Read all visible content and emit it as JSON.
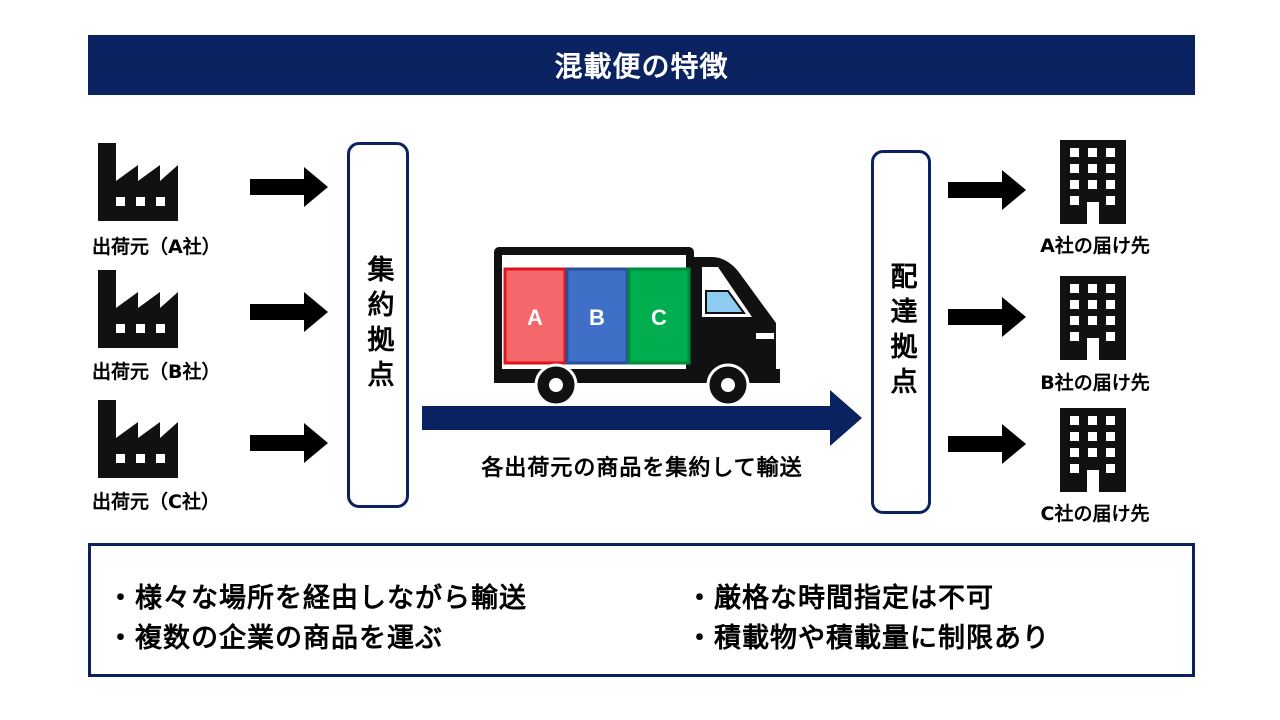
{
  "title": "混載便の特徴",
  "sources": [
    {
      "label": "出荷元（A社）"
    },
    {
      "label": "出荷元（B社）"
    },
    {
      "label": "出荷元（C社）"
    }
  ],
  "collection_hub": {
    "label": "集約拠点"
  },
  "delivery_hub": {
    "label": "配達拠点"
  },
  "truck": {
    "cargo": [
      {
        "label": "A",
        "color": "#f4676b",
        "border": "#e0141b"
      },
      {
        "label": "B",
        "color": "#3f6fc6",
        "border": "#2a4f9a"
      },
      {
        "label": "C",
        "color": "#00ad4f",
        "border": "#008a3c"
      }
    ]
  },
  "flow_caption": "各出荷元の商品を集約して輸送",
  "destinations": [
    {
      "label": "A社の届け先"
    },
    {
      "label": "B社の届け先"
    },
    {
      "label": "C社の届け先"
    }
  ],
  "notes": {
    "left": [
      "・様々な場所を経由しながら輸送",
      "・複数の企業の商品を運ぶ"
    ],
    "right": [
      "・厳格な時間指定は不可",
      "・積載物や積載量に制限あり"
    ]
  },
  "colors": {
    "navy": "#0b2260",
    "icon": "#111111"
  }
}
